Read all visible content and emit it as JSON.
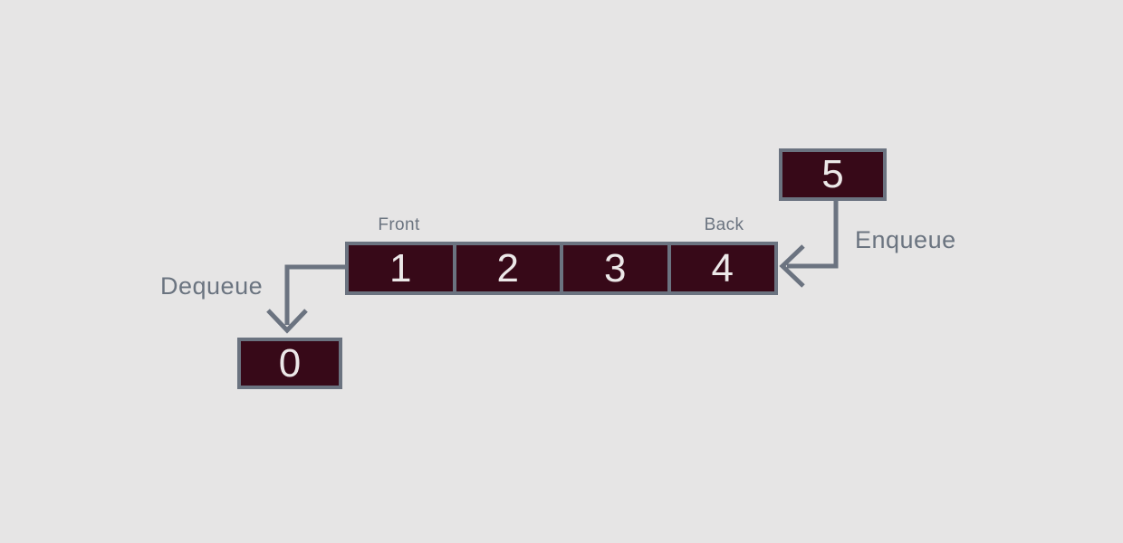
{
  "diagram": {
    "type": "queue-data-structure",
    "queue": {
      "front_label": "Front",
      "back_label": "Back",
      "cells": [
        "1",
        "2",
        "3",
        "4"
      ]
    },
    "enqueue": {
      "label": "Enqueue",
      "value": "5"
    },
    "dequeue": {
      "label": "Dequeue",
      "value": "0"
    },
    "colors": {
      "background": "#e6e5e5",
      "cell_fill": "#370918",
      "cell_text": "#ece8e8",
      "line": "#6b7380",
      "label_text": "#6b7480"
    }
  }
}
